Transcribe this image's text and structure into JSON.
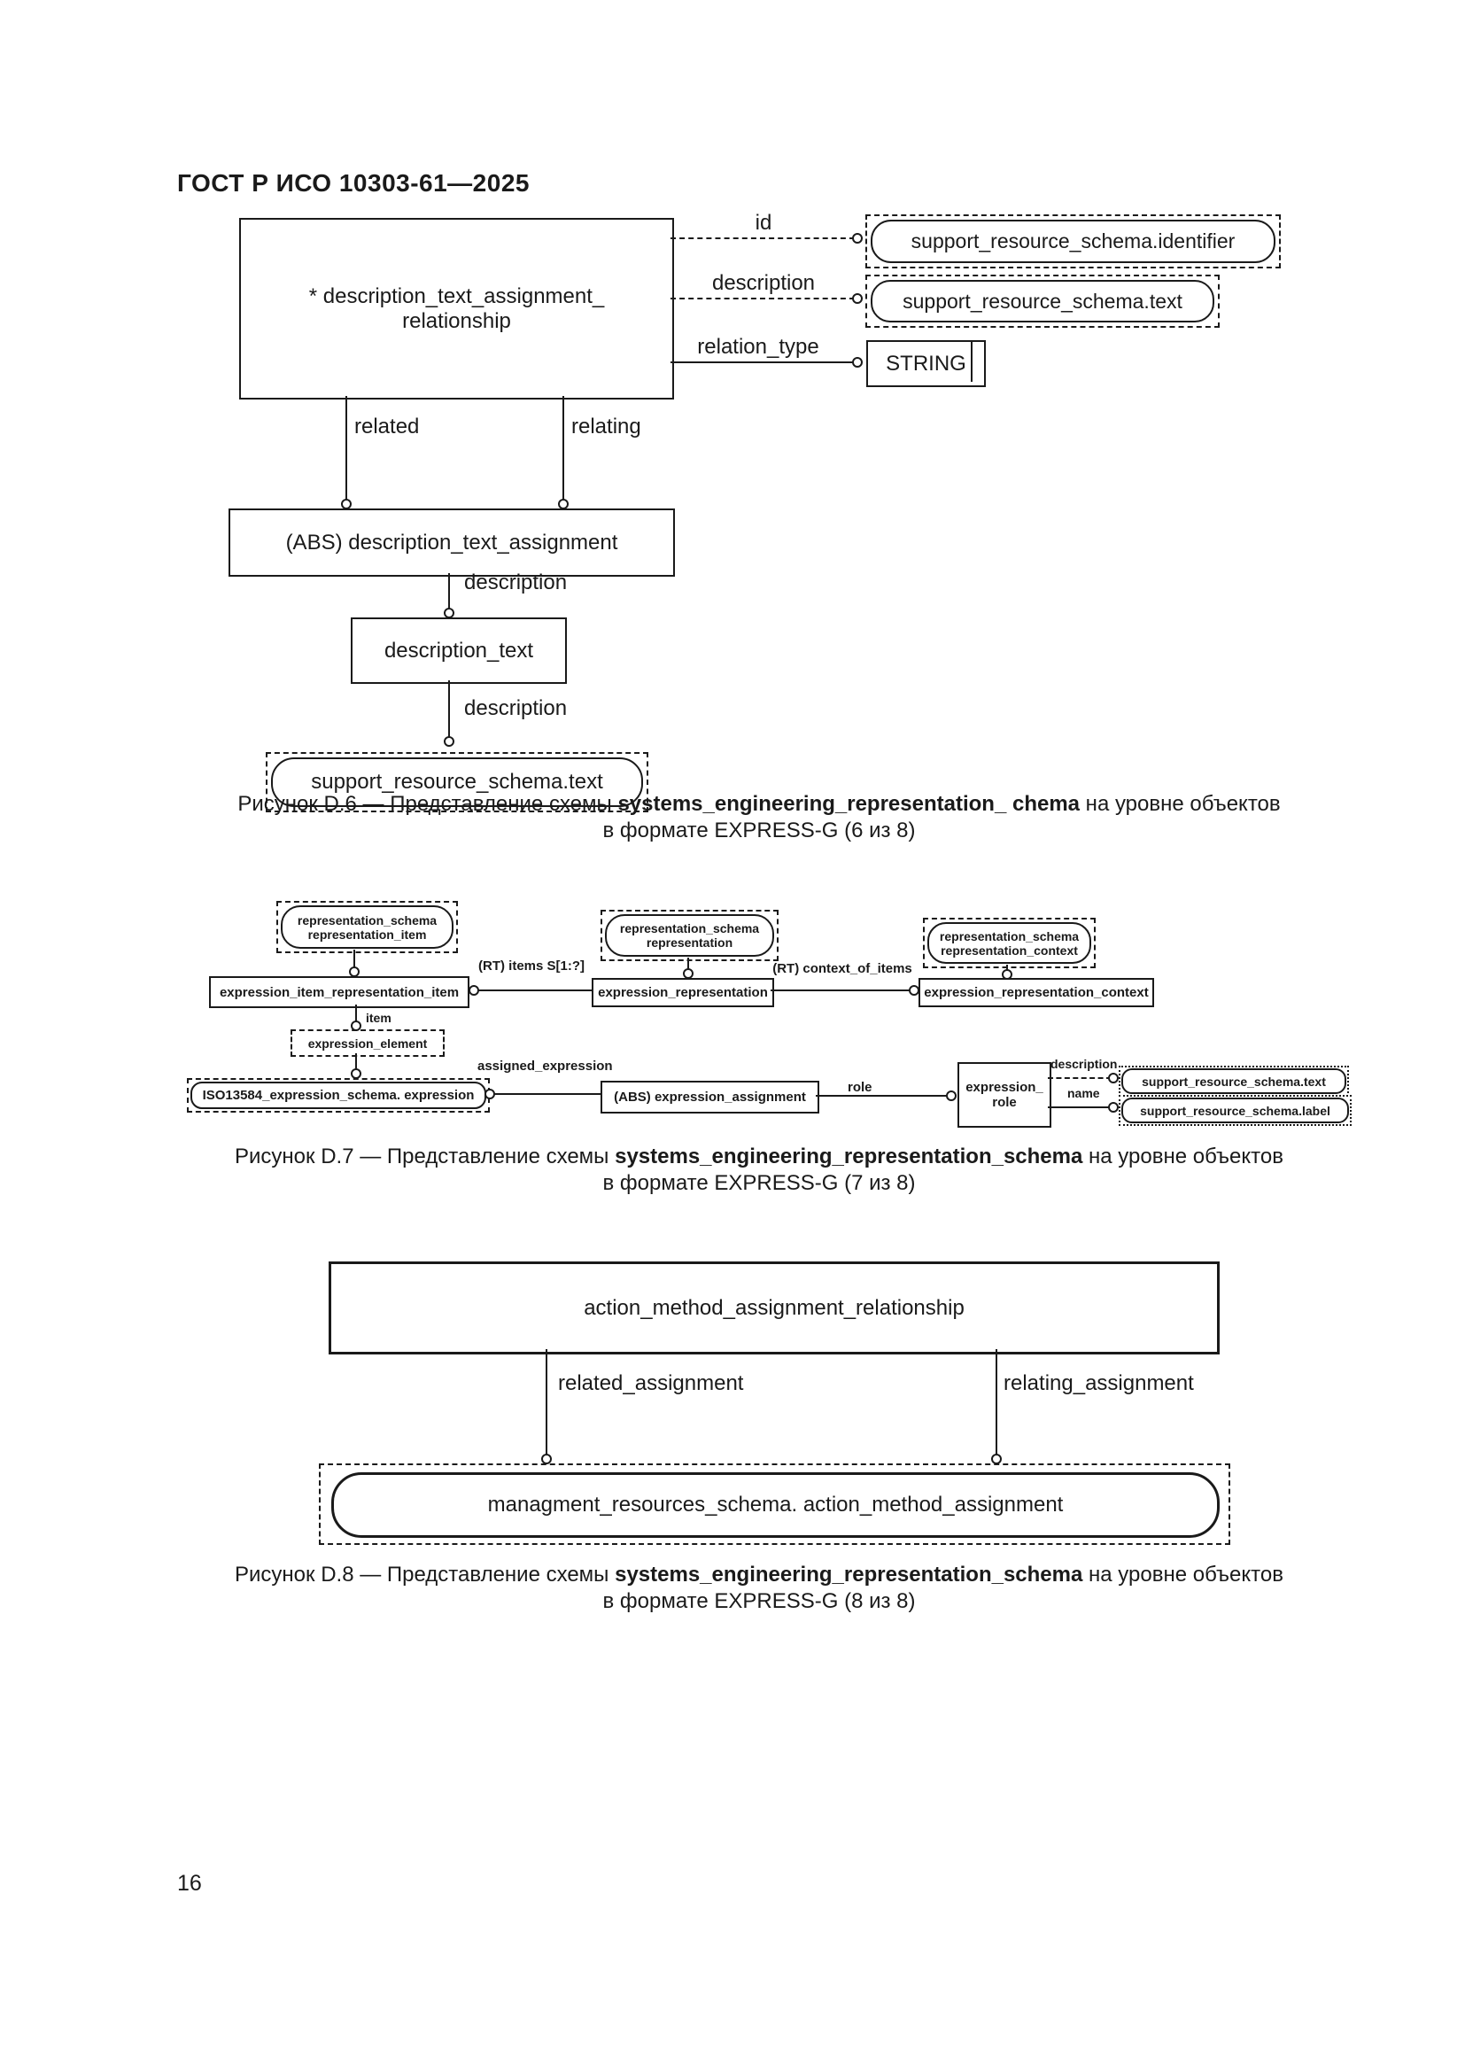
{
  "header": {
    "title": "ГОСТ Р ИСО 10303-61—2025"
  },
  "page_number": "16",
  "figures": {
    "d6": {
      "nodes": {
        "main": "* description_text_assignment_\nrelationship",
        "identifier_ref": "support_resource_schema.identifier",
        "text_ref": "support_resource_schema.text",
        "string_type": "STRING",
        "abs_entity": "(ABS) description_text_assignment",
        "description_text": "description_text",
        "text_ref_bottom": "support_resource_schema.text"
      },
      "edges": {
        "id": "id",
        "description": "description",
        "relation_type": "relation_type",
        "related": "related",
        "relating": "relating",
        "description2": "description",
        "description3": "description"
      },
      "caption": {
        "prefix": "Рисунок D.6 — Представление схемы ",
        "schema": "systems_engineering_representation_ chema",
        "suffix": " на уровне объектов",
        "line2": "в формате EXPRESS-G (6 из 8)"
      }
    },
    "d7": {
      "nodes": {
        "rs_item": "representation_schema\nrepresentation_item",
        "rs_repr": "representation_schema\nrepresentation",
        "rs_ctx": "representation_schema\nrepresentation_context",
        "e_item": "expression_item_representation_item",
        "e_repr": "expression_representation",
        "e_ctx": "expression_representation_context",
        "element": "expression_element",
        "iso": "ISO13584_expression_schema. expression",
        "abs_assignment": "(ABS) expression_assignment",
        "role_box": "expression_\nrole",
        "sr_text": "support_resource_schema.text",
        "sr_label": "support_resource_schema.label"
      },
      "edges": {
        "items": "(RT) items S[1:?]",
        "context_of_items": "(RT) context_of_items",
        "item": "item",
        "assigned_expression": "assigned_expression",
        "role": "role",
        "description": "description",
        "name": "name"
      },
      "caption": {
        "prefix": "Рисунок D.7 — Представление схемы ",
        "schema": "systems_engineering_representation_schema",
        "suffix": " на уровне объектов",
        "line2": "в формате EXPRESS-G (7 из 8)"
      }
    },
    "d8": {
      "nodes": {
        "main": "action_method_assignment_relationship",
        "target": "managment_resources_schema. action_method_assignment"
      },
      "edges": {
        "related_assignment": "related_assignment",
        "relating_assignment": "relating_assignment"
      },
      "caption": {
        "prefix": "Рисунок D.8 — Представление схемы ",
        "schema": "systems_engineering_representation_schema",
        "suffix": " на уровне объектов",
        "line2": "в формате EXPRESS-G (8 из 8)"
      }
    }
  }
}
